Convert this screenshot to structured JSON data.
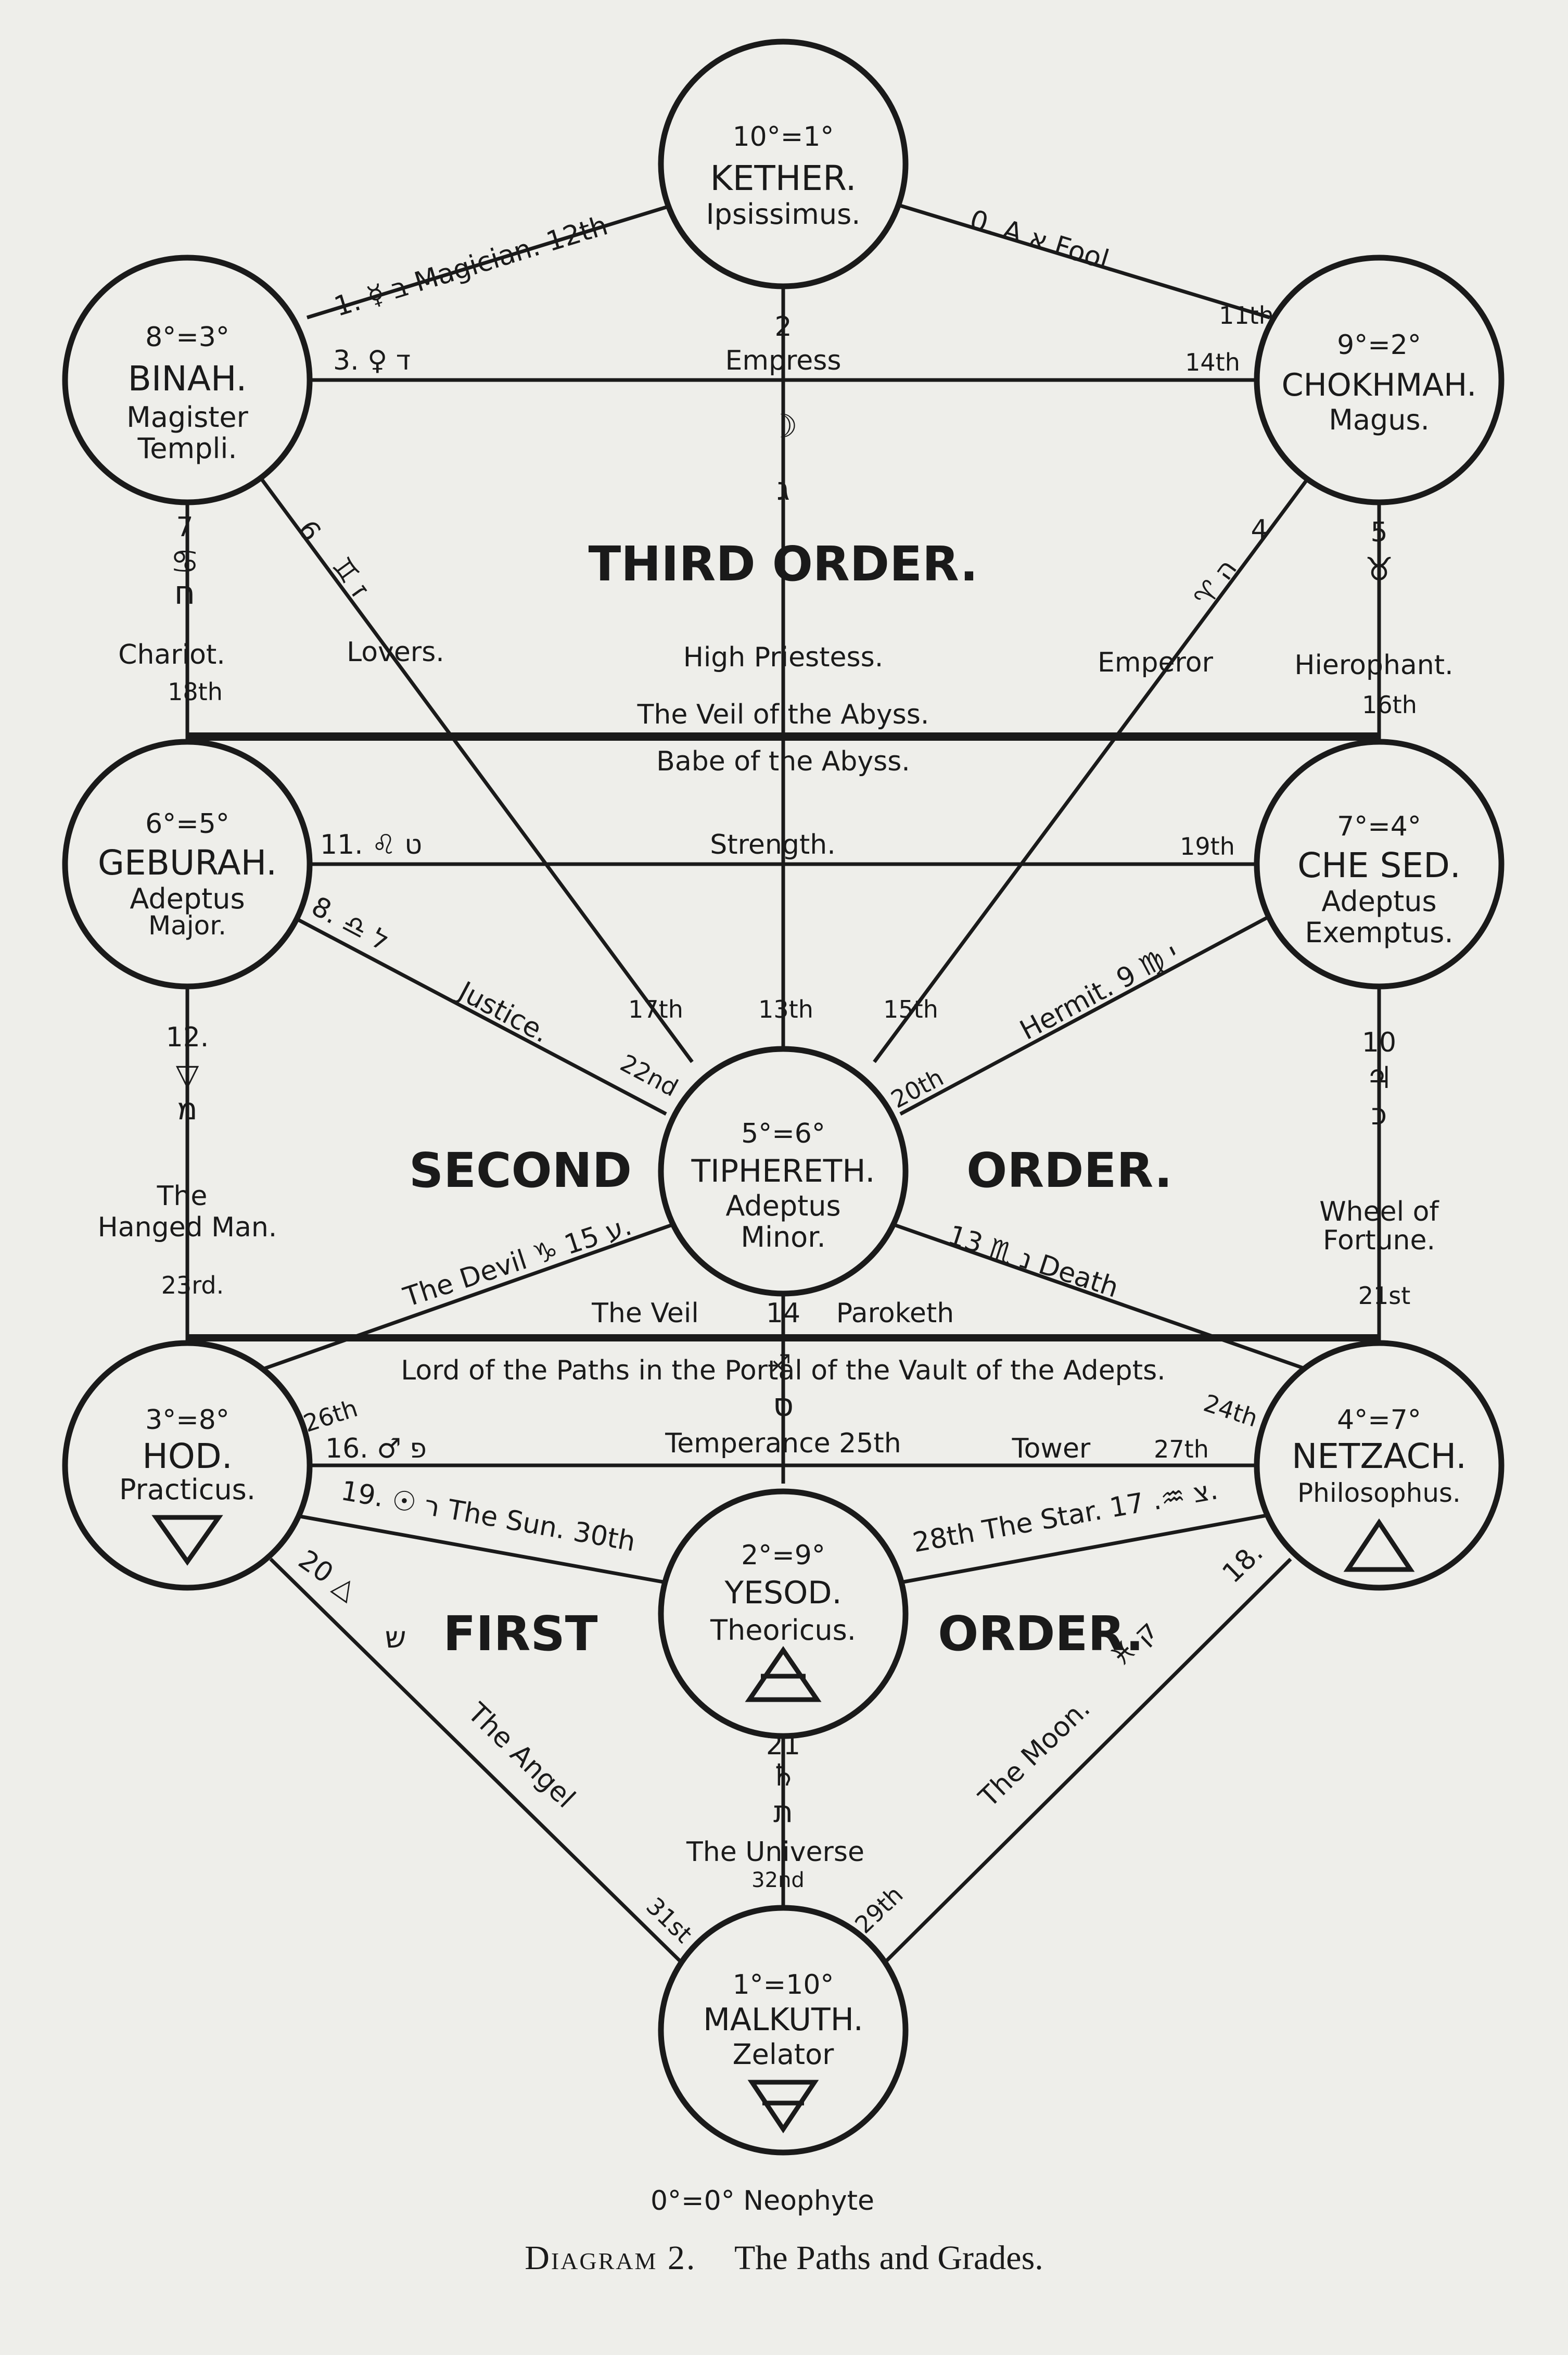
{
  "sephiroth": {
    "kether": {
      "grade": "10°=1°",
      "name": "KETHER.",
      "title1": "Ipsissimus.",
      "title2": ""
    },
    "binah": {
      "grade": "8°=3°",
      "name": "BINAH.",
      "title1": "Magister",
      "title2": "Templi."
    },
    "chokhmah": {
      "grade": "9°=2°",
      "name": "CHOKHMAH.",
      "title1": "Magus.",
      "title2": ""
    },
    "geburah": {
      "grade": "6°=5°",
      "name": "GEBURAH.",
      "title1": "Adeptus",
      "title2": "Major."
    },
    "chesed": {
      "grade": "7°=4°",
      "name": "CHE SED.",
      "title1": "Adeptus",
      "title2": "Exemptus."
    },
    "tiphereth": {
      "grade": "5°=6°",
      "name": "TIPHERETH.",
      "title1": "Adeptus",
      "title2": "Minor."
    },
    "hod": {
      "grade": "3°=8°",
      "name": "HOD.",
      "title1": "Practicus.",
      "title2": ""
    },
    "netzach": {
      "grade": "4°=7°",
      "name": "NETZACH.",
      "title1": "Philosophus.",
      "title2": ""
    },
    "yesod": {
      "grade": "2°=9°",
      "name": "YESOD.",
      "title1": "Theoricus.",
      "title2": ""
    },
    "malkuth": {
      "grade": "1°=10°",
      "name": "MALKUTH.",
      "title1": "Zelator",
      "title2": ""
    }
  },
  "orders": {
    "third": "THIRD ORDER.",
    "second_a": "SECOND",
    "second_b": "ORDER.",
    "first_a": "FIRST",
    "first_b": "ORDER."
  },
  "veils": {
    "abyss": "The Veil of the Abyss.",
    "babe": "Babe of the Abyss.",
    "paroketh_a": "The Veil",
    "paroketh_b": "14",
    "paroketh_c": "Paroketh",
    "vault": "Lord of the Paths in the Portal of the Vault of the Adepts."
  },
  "paths": {
    "magician": "1. ☿ ב Magician. 12th",
    "fool": "0. A א Fool.",
    "fool_num": "11th",
    "empress_a": "3. ♀ ד",
    "empress_b": "Empress",
    "empress_num": "14th",
    "priestess_a": "2",
    "priestess_b": "☽",
    "priestess_c": "ג",
    "priestess_label": "High Priestess.",
    "lovers_a": "6",
    "lovers_b": "♊ ז",
    "lovers_label": "Lovers.",
    "emperor_a": "4",
    "emperor_b": "♈ ה",
    "emperor_label": "Emperor",
    "chariot_a": "7",
    "chariot_b": "♋",
    "chariot_c": "ח",
    "chariot_label": "Chariot.",
    "chariot_num": "18th",
    "hierophant_a": "5",
    "hierophant_b": "♉",
    "hierophant_c": "ו",
    "hierophant_label": "Hierophant.",
    "hierophant_num": "16th",
    "strength_a": "11. ♌ ט",
    "strength_b": "Strength.",
    "strength_num": "19th",
    "justice_a": "8. ♎ ל",
    "justice_b": "Justice.",
    "justice_num": "22nd",
    "num17": "17th",
    "num13": "13th",
    "num15": "15th",
    "hermit_a": "20th",
    "hermit_b": "Hermit. י ♍ 9",
    "hanged_a": "12.",
    "hanged_b": "▽",
    "hanged_c": "מ",
    "hanged_label1": "The",
    "hanged_label2": "Hanged Man.",
    "hanged_num": "23rd.",
    "wheel_a": "10",
    "wheel_b": "♃",
    "wheel_c": "כ",
    "wheel_label1": "Wheel of",
    "wheel_label2": "Fortune.",
    "wheel_num": "21st",
    "devil": "The Devil ♑ ע 15.",
    "death": "13 ♏ נ Death",
    "art_a": "♐",
    "art_b": "ס",
    "num26": "26th",
    "tower_a": "16. ♂ פ",
    "tower_b": "Temperance 25th",
    "tower_c": "Tower",
    "tower_num": "27th",
    "num24": "24th",
    "sun": "19. ☉ ר The Sun. 30th",
    "star": "28th The Star. צ ♒. 17.",
    "judgement": "20 △",
    "judgement_b": "ש",
    "angel": "The Angel",
    "num31": "31st",
    "moon_a": "18.",
    "moon_b": "♓ ק",
    "moon_label": "The Moon.",
    "num29": "29th",
    "universe_a": "21",
    "universe_b": "♄",
    "universe_c": "ת",
    "universe_label": "The Universe",
    "universe_num": "32nd"
  },
  "neophyte": "0°=0° Neophyte",
  "caption": {
    "label": "Diagram 2.",
    "title": "The Paths and Grades."
  }
}
